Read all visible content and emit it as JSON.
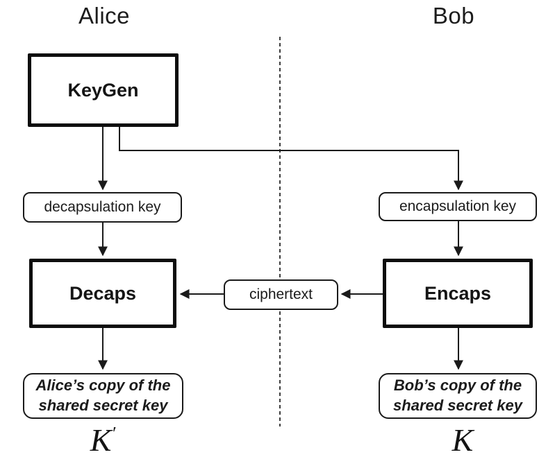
{
  "diagram": {
    "title_left": "Alice",
    "title_right": "Bob",
    "boxes": {
      "keygen": "KeyGen",
      "decaps": "Decaps",
      "encaps": "Encaps"
    },
    "pills": {
      "decapsulation_key": "decapsulation key",
      "encapsulation_key": "encapsulation key",
      "ciphertext": "ciphertext",
      "alice_output_line1": "Alice’s copy of the",
      "alice_output_line2": "shared secret key",
      "bob_output_line1": "Bob’s copy of the",
      "bob_output_line2": "shared secret key"
    },
    "outputs": {
      "left_symbol": "K",
      "left_prime": "′",
      "right_symbol": "K"
    },
    "colors": {
      "line": "#1a1a1a",
      "dashed_divider": "#3d3d3d",
      "background": "#ffffff"
    }
  }
}
